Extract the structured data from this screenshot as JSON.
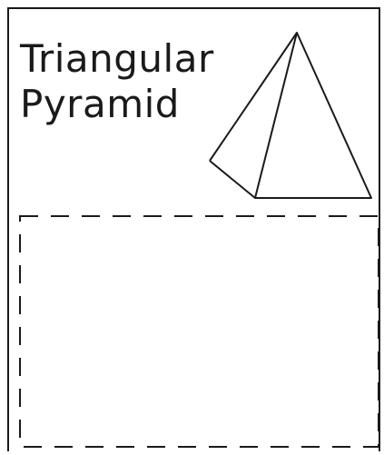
{
  "worksheet": {
    "title_line1": "Triangular",
    "title_line2": "Pyramid",
    "shape_icon": "triangular-pyramid-icon",
    "drawing_box": "dashed-drawing-area",
    "colors": {
      "ink": "#1a1a1a",
      "background": "#ffffff"
    }
  }
}
